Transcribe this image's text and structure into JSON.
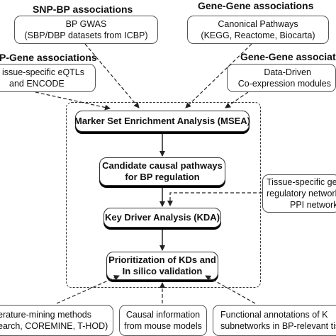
{
  "headings": {
    "snp_bp": "SNP-BP associations",
    "gene_gene_top": "Gene-Gene associations",
    "snp_gene": "P-Gene associations",
    "gene_gene_right": "Gene-Gene association"
  },
  "inputs": {
    "bp_gwas": {
      "line1": "BP GWAS",
      "line2": "(SBP/DBP datasets from ICBP)"
    },
    "canonical": {
      "line1": "Canonical Pathways",
      "line2": "(KEGG, Reactome, Biocarta)"
    },
    "eqtls": {
      "line1": "issue-specific eQTLs",
      "line2": "and ENCODE"
    },
    "coexpr": {
      "line1": "Data-Driven",
      "line2": "Co-expression modules"
    },
    "networks": {
      "line1": "Tissue-specific ge",
      "line2": "regulatory networks",
      "line3": "PPI network"
    },
    "literature": {
      "line1": "erature-mining methods",
      "line2": "earch, COREMINE, T-HOD)"
    },
    "mouse": {
      "line1": "Causal information",
      "line2": "from mouse models"
    },
    "functional": {
      "line1": "Functional annotations of K",
      "line2": "subnetworks in BP-relevant tis"
    }
  },
  "pipeline": {
    "msea": "Marker Set Enrichment Analysis (MSEA)",
    "candidate_line1": "Candidate causal pathways",
    "candidate_line2": "for BP regulation",
    "kda": "Key Driver Analysis (KDA)",
    "prior_line1": "Prioritization of KDs and",
    "prior_line2": "In silico validation"
  }
}
